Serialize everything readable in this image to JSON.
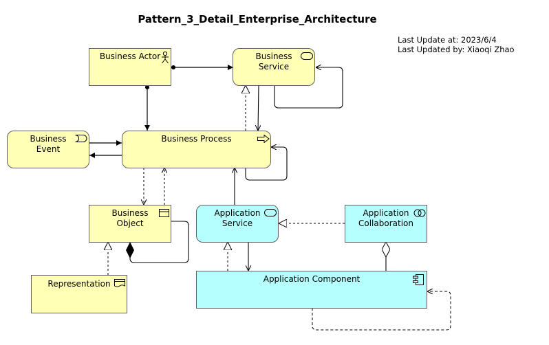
{
  "title": "Pattern_3_Detail_Enterprise_Architecture",
  "meta": {
    "last_update": "Last Update at: 2023/6/4",
    "last_updated_by": "Last Updated by: Xiaoqi Zhao"
  },
  "colors": {
    "business": "#ffffb5",
    "application": "#b5ffff",
    "border": "#5f5f5f",
    "line": "#000000"
  },
  "elements": {
    "business_actor": {
      "label": "Business Actor",
      "icon": "actor-icon"
    },
    "business_service": {
      "line1": "Business",
      "line2": "Service",
      "icon": "service-icon"
    },
    "business_event": {
      "line1": "Business",
      "line2": "Event",
      "icon": "event-icon"
    },
    "business_process": {
      "label": "Business Process",
      "icon": "process-arrow-icon"
    },
    "business_object": {
      "line1": "Business",
      "line2": "Object",
      "icon": "object-icon"
    },
    "representation": {
      "label": "Representation",
      "icon": "representation-icon"
    },
    "application_service": {
      "line1": "Application",
      "line2": "Service",
      "icon": "service-icon"
    },
    "application_collaboration": {
      "line1": "Application",
      "line2": "Collaboration",
      "icon": "collaboration-icon"
    },
    "application_component": {
      "label": "Application Component",
      "icon": "component-icon"
    }
  }
}
